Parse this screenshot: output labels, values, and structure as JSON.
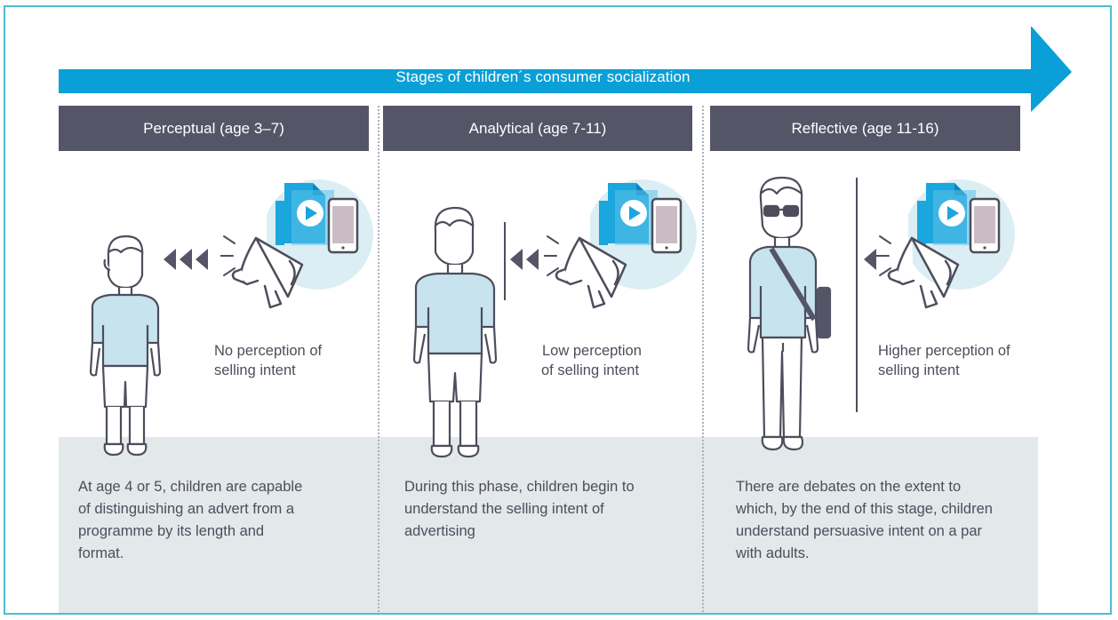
{
  "banner": {
    "title": "Stages of children´s consumer socialization"
  },
  "stages": [
    {
      "heading": "Perceptual (age 3–7)",
      "perception": [
        "No perception of",
        "selling intent"
      ],
      "description": [
        "At age 4 or 5, children are capable",
        "of distinguishing an advert from a",
        "programme by its length and",
        "format."
      ]
    },
    {
      "heading": "Analytical (age 7-11)",
      "perception": [
        "Low perception",
        "of selling intent"
      ],
      "description": [
        "During this phase, children begin to",
        "understand the selling intent of",
        "advertising"
      ]
    },
    {
      "heading": "Reflective (age 11-16)",
      "perception": [
        "Higher perception of",
        "selling intent"
      ],
      "description": [
        "There are debates on the extent to",
        "which, by the end of this stage, children",
        "understand persuasive intent on a par",
        "with adults."
      ]
    }
  ],
  "colors": {
    "frame": "#4bbdd3",
    "banner": "#0a9fd6",
    "header": "#555568",
    "info_bg": "#e3e8ea",
    "icon_blue": "#1ba6dd",
    "circle": "#dbeef4",
    "shirt": "#c6e3ee",
    "line": "#4d4d5c",
    "phone_screen": "#c9bdc3"
  },
  "icons": [
    "megaphone-icon",
    "video-file-icon",
    "smartphone-icon",
    "child-figure",
    "teen-figure",
    "chevron-arrow-icon"
  ]
}
